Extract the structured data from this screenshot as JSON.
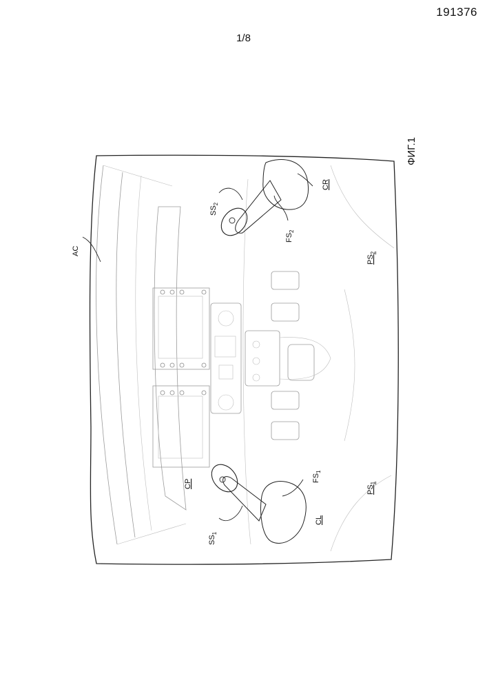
{
  "header": {
    "document_number": "191376",
    "sheet": "1/8"
  },
  "figure": {
    "caption": "ФИГ.1",
    "labels": {
      "ac": "AC",
      "cp": "CP",
      "cl": "CL",
      "cr": "CR",
      "ss1": "SS",
      "ss1_sub": "1",
      "ss2": "SS",
      "ss2_sub": "2",
      "fs1": "FS",
      "fs1_sub": "1",
      "fs2": "FS",
      "fs2_sub": "2",
      "ps1": "PS",
      "ps1_sub": "1",
      "ps2": "PS",
      "ps2_sub": "2"
    }
  }
}
